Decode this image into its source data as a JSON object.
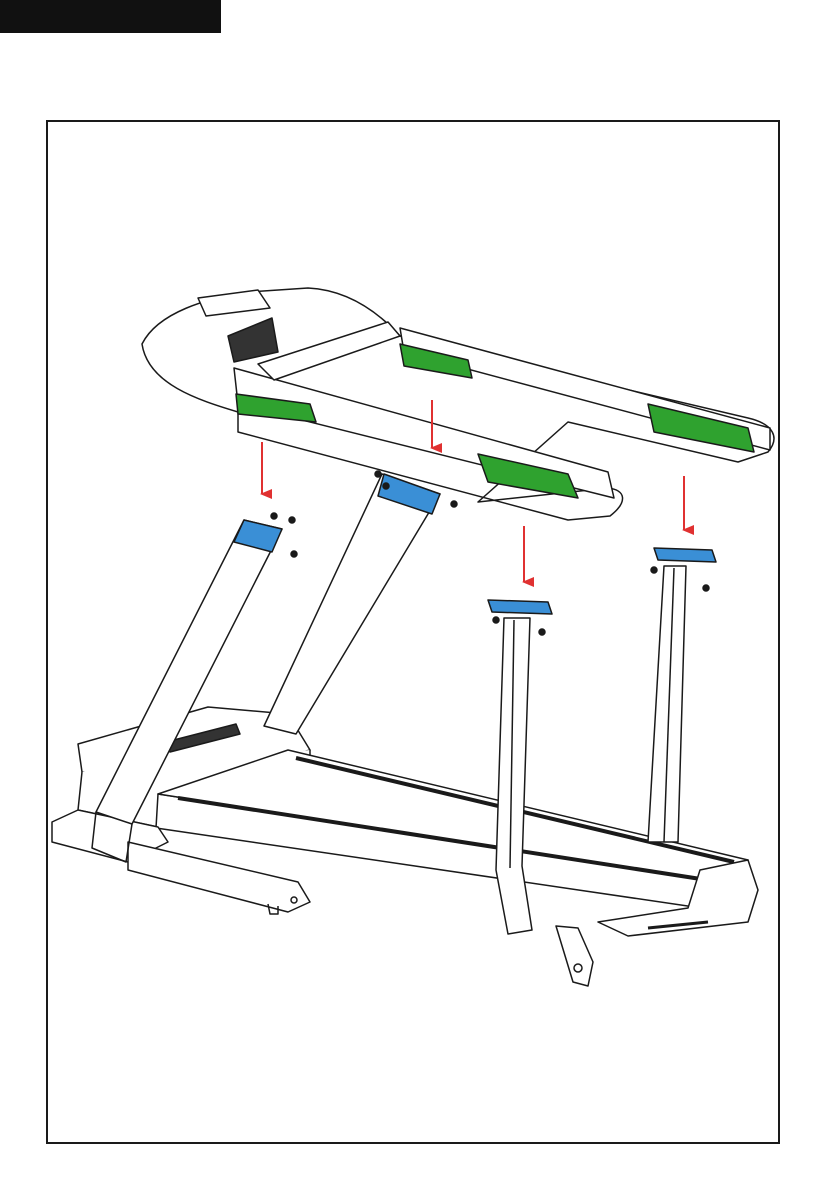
{
  "header": {
    "step_label": ""
  },
  "figure": {
    "subject": "treadmill-upright-assembly",
    "icons": [
      "down-arrow-icon",
      "bolt-icon",
      "treadmill-base",
      "console-frame",
      "upright-post"
    ],
    "colors": {
      "line": "#1a1a1a",
      "arrow": "#e03131",
      "handlebar_highlight": "#2fa22f",
      "connector_highlight": "#3a8fd6",
      "header_block": "#111111"
    }
  }
}
